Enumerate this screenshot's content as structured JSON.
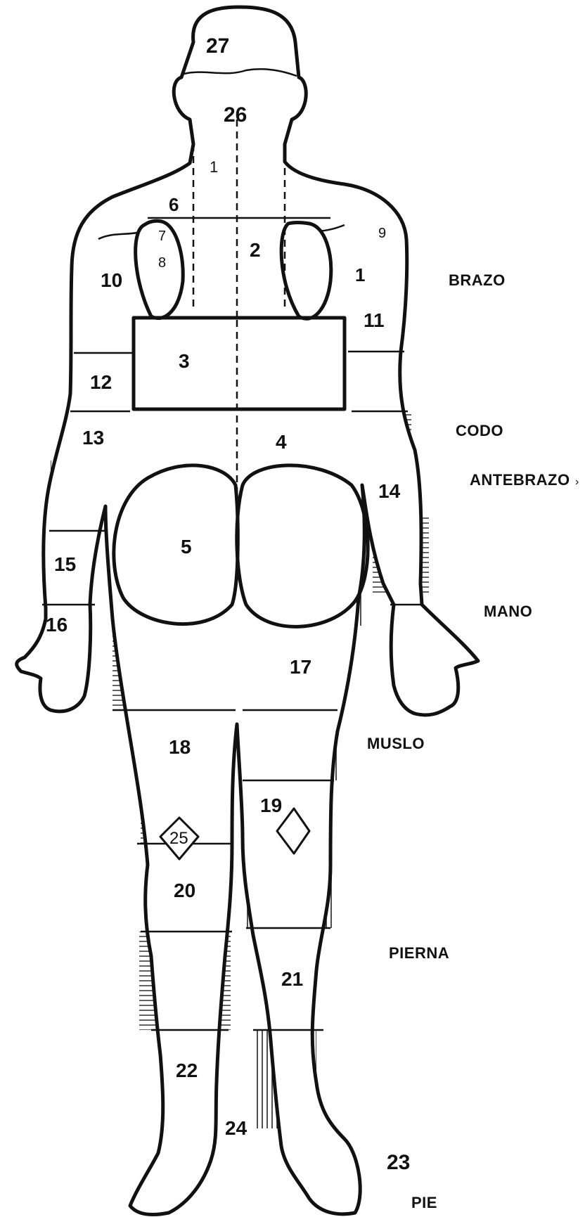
{
  "diagram": {
    "region_numbers": [
      "27",
      "26",
      "1",
      "6",
      "7",
      "8",
      "9",
      "2",
      "1",
      "10",
      "11",
      "3",
      "12",
      "4",
      "13",
      "14",
      "5",
      "15",
      "16",
      "17",
      "18",
      "19",
      "25",
      "20",
      "21",
      "22",
      "24",
      "23"
    ],
    "segment_labels": {
      "arm": "BRAZO",
      "elbow": "CODO",
      "forearm": "ANTEBRAZO",
      "hand": "MANO",
      "thigh": "MUSLO",
      "leg": "PIERNA",
      "foot": "PIE"
    },
    "forearm_mark": "›"
  }
}
